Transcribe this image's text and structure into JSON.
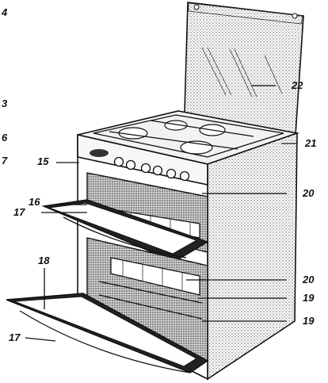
{
  "diagram": {
    "subject": "Freestanding gas cooker with hinged lid and open oven doors",
    "colors": {
      "ink": "#111111",
      "fill": "#d9d9d9",
      "paper": "#ffffff"
    }
  },
  "callouts": {
    "c4": "4",
    "c3": "3",
    "c6": "6",
    "c7": "7",
    "c15": "15",
    "c16": "16",
    "c17a": "17",
    "c18": "18",
    "c17b": "17",
    "c22": "22",
    "c21": "21",
    "c20a": "20",
    "c20b": "20",
    "c19a": "19",
    "c19b": "19"
  }
}
